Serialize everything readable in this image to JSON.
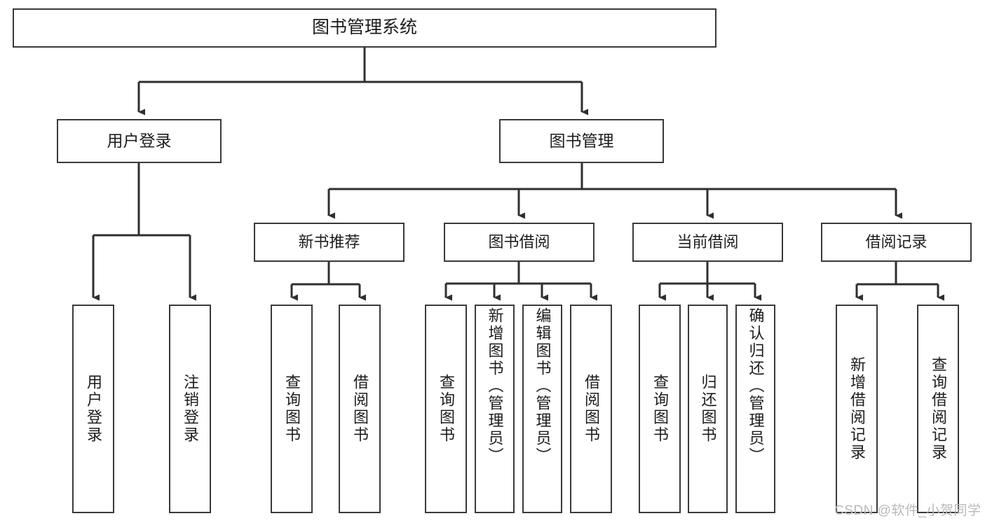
{
  "diagram": {
    "title": "图书管理系统",
    "type": "tree-hierarchy",
    "watermark": "CSDN @软件_小贺同学",
    "colors": {
      "border": "#3a3a3a",
      "background": "#ffffff",
      "text": "#1d1d1d",
      "edge": "#2f2f2f",
      "watermark": "#b9b9b9"
    }
  },
  "nodes": {
    "root": {
      "label": "图书管理系统"
    },
    "level2": [
      {
        "label": "用户登录"
      },
      {
        "label": "图书管理"
      }
    ],
    "level3": [
      {
        "label": "新书推荐"
      },
      {
        "label": "图书借阅"
      },
      {
        "label": "当前借阅"
      },
      {
        "label": "借阅记录"
      }
    ],
    "leaves": {
      "user_login": [
        {
          "label": "用户登录"
        },
        {
          "label": "注销登录"
        }
      ],
      "new_book": [
        {
          "label": "查询图书"
        },
        {
          "label": "借阅图书"
        }
      ],
      "book_borrow": [
        {
          "label": "查询图书"
        },
        {
          "label": "新增图书（管理员）"
        },
        {
          "label": "编辑图书（管理员）"
        },
        {
          "label": "借阅图书"
        }
      ],
      "current_borrow": [
        {
          "label": "查询图书"
        },
        {
          "label": "归还图书"
        },
        {
          "label": "确认归还（管理员）"
        }
      ],
      "borrow_record": [
        {
          "label": "新增借阅记录"
        },
        {
          "label": "查询借阅记录"
        }
      ]
    }
  }
}
